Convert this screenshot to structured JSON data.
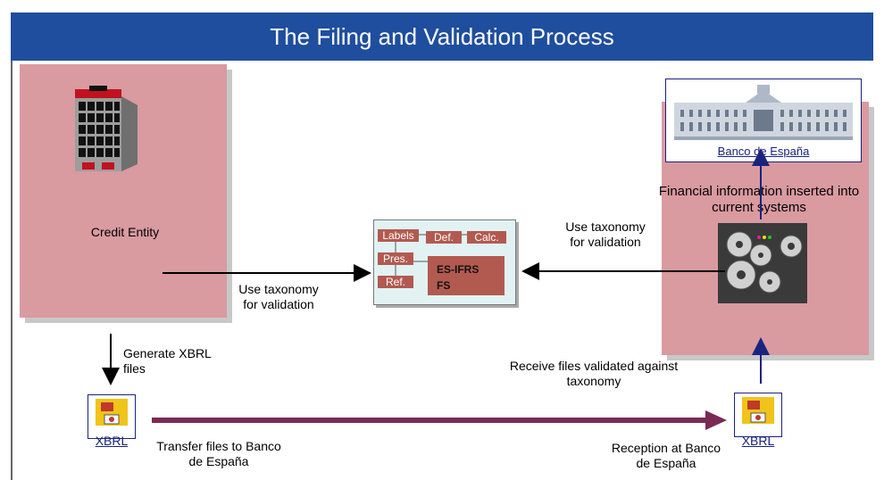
{
  "title": "The Filing and Validation Process",
  "credit_entity": {
    "label": "Credit Entity"
  },
  "banco": {
    "label": "Banco de España",
    "financial_info": "Financial information inserted into current systems",
    "use_taxonomy": "Use taxonomy for validation"
  },
  "taxonomy_box": {
    "labels": "Labels",
    "def": "Def.",
    "calc": "Calc.",
    "pres": "Pres.",
    "ref": "Ref.",
    "es_ifrs": "ES-IFRS",
    "fs": "FS"
  },
  "left_use_taxonomy": "Use taxonomy for validation",
  "generate_xbrl": "Generate XBRL files",
  "receive_validated": "Receive files validated against taxonomy",
  "xbrl_left": "XBRL",
  "xbrl_right": "XBRL",
  "transfer": "Transfer files to Banco de España",
  "reception": "Reception at Banco de España",
  "colors": {
    "header": "#1f4e9e",
    "panel": "#d99aa0",
    "transfer_arrow": "#7a2a54"
  }
}
